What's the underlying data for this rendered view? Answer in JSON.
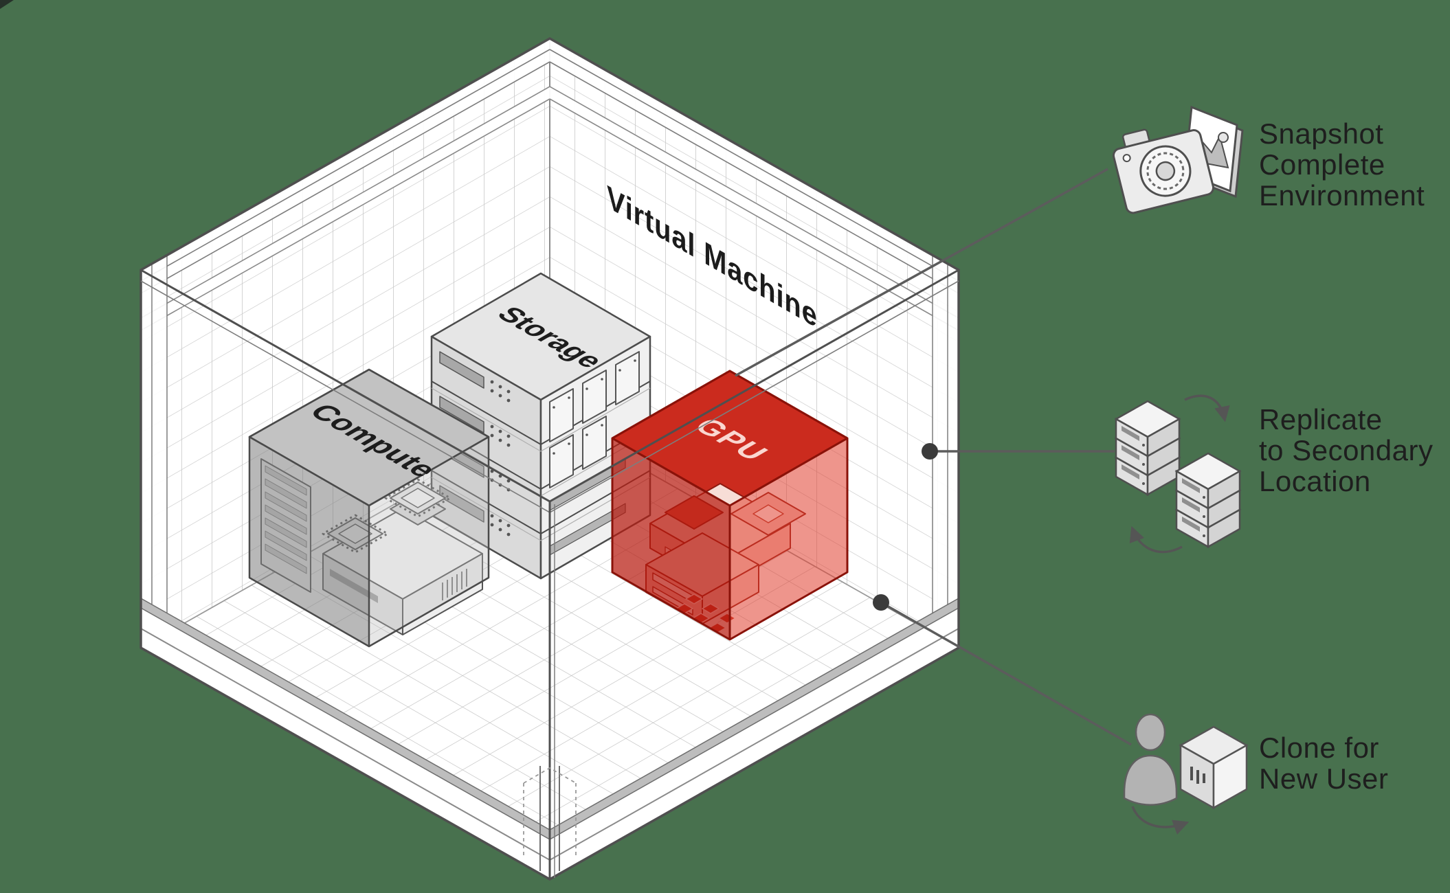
{
  "background_color": "#48714e",
  "accent_red": "#cb2b1e",
  "line_color": "#5c5c5c",
  "room": {
    "title": "Virtual Machine"
  },
  "boxes": {
    "compute": {
      "label": "Compute",
      "color": "#9a9a9a"
    },
    "storage": {
      "label": "Storage",
      "color": "#dedede"
    },
    "gpu": {
      "label": "GPU",
      "color": "#cb2b1e"
    }
  },
  "callouts": [
    {
      "id": "snapshot",
      "icon": "camera-photo-icon",
      "text": "Snapshot\nComplete\nEnvironment"
    },
    {
      "id": "replicate",
      "icon": "server-replication-icon",
      "text": "Replicate\nto Secondary\nLocation"
    },
    {
      "id": "clone",
      "icon": "user-vm-cube-icon",
      "text": "Clone for\nNew User"
    }
  ]
}
